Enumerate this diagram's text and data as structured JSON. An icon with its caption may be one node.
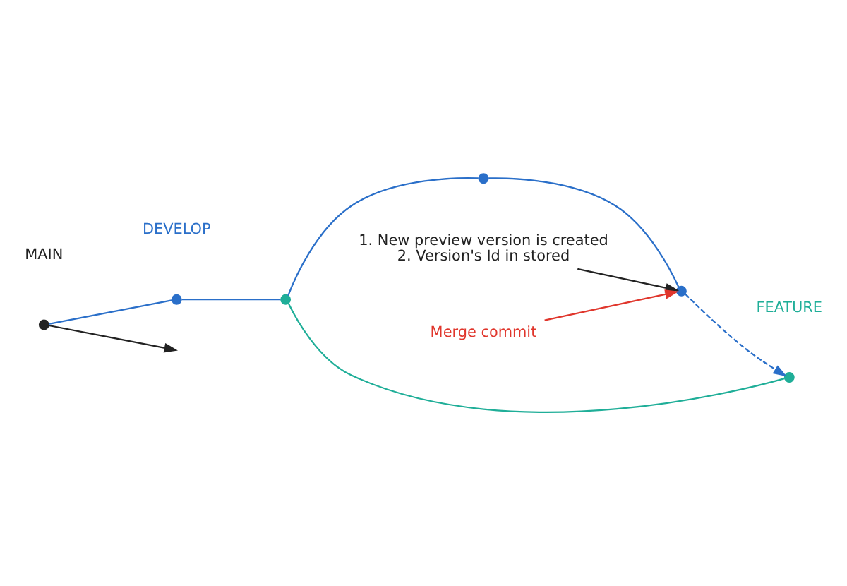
{
  "diagram": {
    "nodes": [
      {
        "text": [],
        "shape": "circle"
      },
      {
        "text": [],
        "shape": "circle"
      },
      {
        "text": [],
        "shape": "circle"
      },
      {
        "text": [],
        "shape": "circle"
      },
      {
        "text": [],
        "shape": "circle"
      },
      {
        "text": [],
        "shape": "circle"
      },
      {
        "text": [
          "1. New preview version is created",
          "2. Version's Id in stored"
        ]
      },
      {
        "text": [
          "Merge commit"
        ]
      }
    ],
    "edges": [
      {
        "from": 0,
        "to": null,
        "arrow": "to",
        "color": "#222222"
      },
      {
        "from": 0,
        "to": 1,
        "arrow": "none"
      },
      {
        "from": 1,
        "to": 2,
        "arrow": "none"
      },
      {
        "from": 2,
        "to": 3,
        "arrow": "none"
      },
      {
        "from": 3,
        "to": 4,
        "arrow": "none"
      },
      {
        "from": 2,
        "to": 5,
        "arrow": "none",
        "color": "#1fae98"
      },
      {
        "from": 4,
        "to": 5,
        "arrow": "to",
        "style": "dashed"
      },
      {
        "from": 6,
        "to": 4,
        "arrow": "to",
        "color": "#222222"
      },
      {
        "from": 7,
        "to": 4,
        "arrow": "to",
        "color": "#e0362c"
      }
    ],
    "labels": [
      "MAIN",
      "DEVELOP",
      "FEATURE"
    ]
  }
}
